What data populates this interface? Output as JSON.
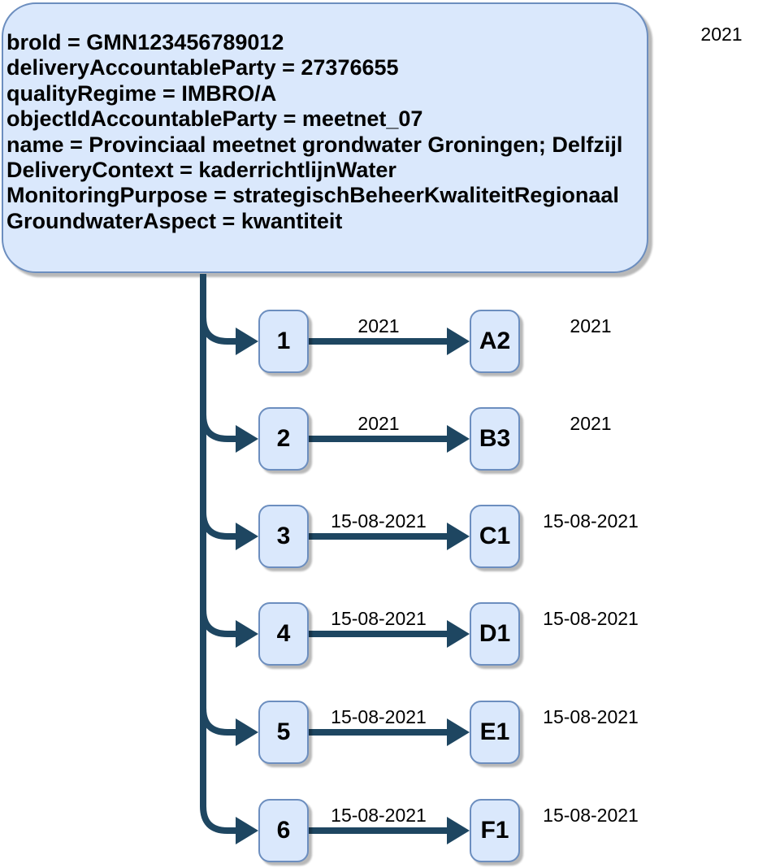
{
  "diagram": {
    "root_node": {
      "lines": [
        "broId = GMN123456789012",
        "deliveryAccountableParty = 27376655",
        "qualityRegime = IMBRO/A",
        "objectIdAccountableParty = meetnet_07",
        "name = Provinciaal meetnet grondwater Groningen; Delfzijl",
        "DeliveryContext = kaderrichtlijnWater",
        "MonitoringPurpose = strategischBeheerKwaliteitRegionaal",
        "GroundwaterAspect = kwantiteit"
      ]
    },
    "year_annotation": "2021",
    "rows": [
      {
        "source": "1",
        "edge_label": "2021",
        "target": "A2",
        "annotation": "2021"
      },
      {
        "source": "2",
        "edge_label": "2021",
        "target": "B3",
        "annotation": "2021"
      },
      {
        "source": "3",
        "edge_label": "15-08-2021",
        "target": "C1",
        "annotation": "15-08-2021"
      },
      {
        "source": "4",
        "edge_label": "15-08-2021",
        "target": "D1",
        "annotation": "15-08-2021"
      },
      {
        "source": "5",
        "edge_label": "15-08-2021",
        "target": "E1",
        "annotation": "15-08-2021"
      },
      {
        "source": "6",
        "edge_label": "15-08-2021",
        "target": "F1",
        "annotation": "15-08-2021"
      }
    ],
    "colors": {
      "node_fill": "#dae8fc",
      "node_border": "#6c8ebf",
      "connector": "#1e4661"
    }
  }
}
